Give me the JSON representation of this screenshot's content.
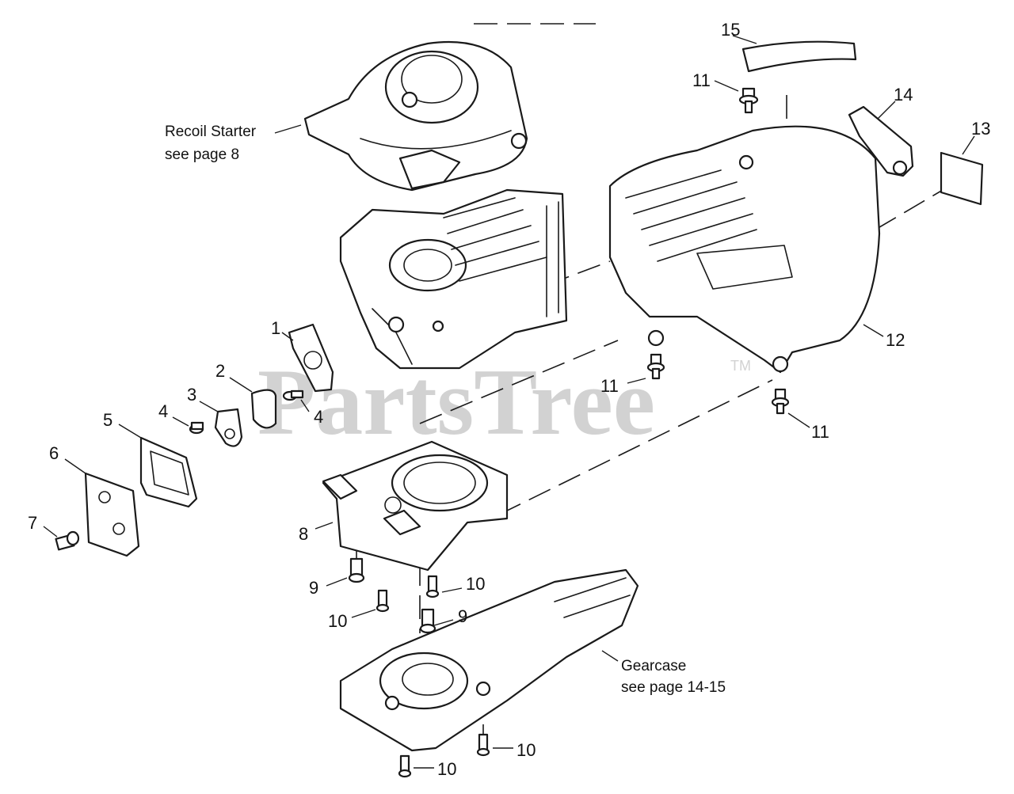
{
  "diagram": {
    "watermark": "PartsTree",
    "trademark": "TM",
    "notes": {
      "recoil_line1": "Recoil Starter",
      "recoil_line2": "see page 8",
      "gearcase_line1": "Gearcase",
      "gearcase_line2": "see page 14-15"
    },
    "callouts": {
      "c1": "1",
      "c2": "2",
      "c3": "3",
      "c4a": "4",
      "c4b": "4",
      "c5": "5",
      "c6": "6",
      "c7": "7",
      "c8": "8",
      "c9a": "9",
      "c9b": "9",
      "c10a": "10",
      "c10b": "10",
      "c10c": "10",
      "c10d": "10",
      "c11a": "11",
      "c11b": "11",
      "c11c": "11",
      "c12": "12",
      "c13": "13",
      "c14": "14",
      "c15": "15"
    }
  }
}
